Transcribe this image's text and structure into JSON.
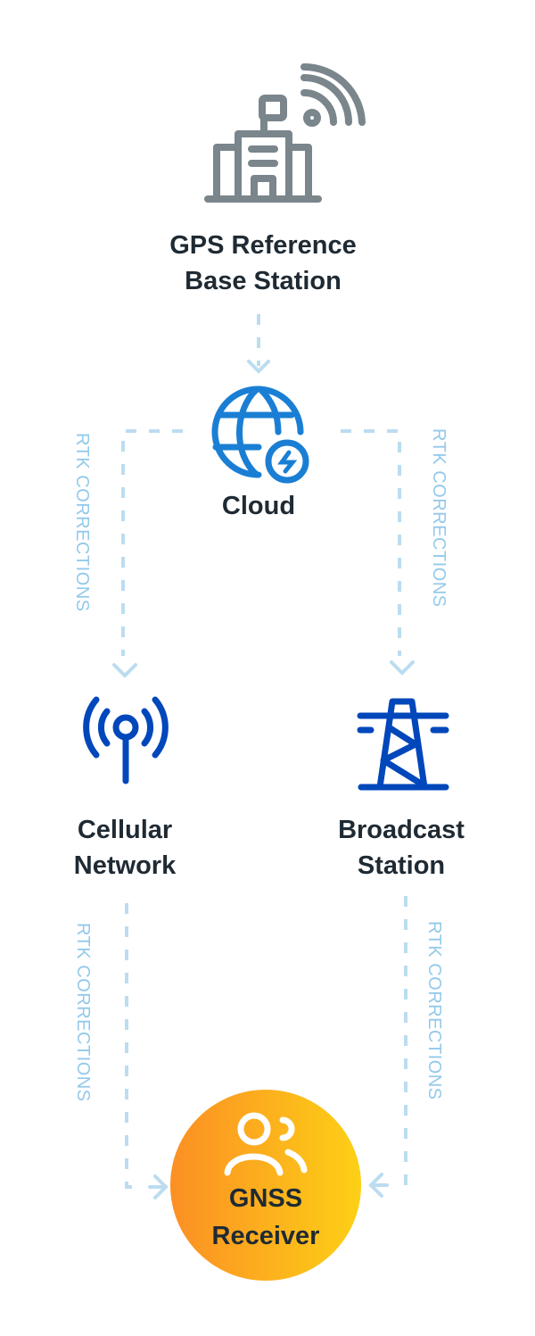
{
  "nodes": {
    "base": {
      "line1": "GPS Reference",
      "line2": "Base Station",
      "icon": "building-wifi-icon"
    },
    "cloud": {
      "label": "Cloud",
      "icon": "globe-bolt-icon"
    },
    "cellular": {
      "line1": "Cellular",
      "line2": "Network",
      "icon": "antenna-icon"
    },
    "broadcast": {
      "line1": "Broadcast",
      "line2": "Station",
      "icon": "transmission-tower-icon"
    },
    "receiver": {
      "line1": "GNSS",
      "line2": "Receiver",
      "icon": "users-icon"
    }
  },
  "edges": {
    "label_top_left": "RTK CORRECTIONS",
    "label_top_right": "RTK CORRECTIONS",
    "label_bottom_left": "RTK CORRECTIONS",
    "label_bottom_right": "RTK CORRECTIONS"
  },
  "colors": {
    "gray": "#7a858c",
    "blue": "#1a7fd4",
    "dark_blue": "#0047bb",
    "dash": "#bcdcf0",
    "text": "#1f2a33",
    "orange": "#fb8f24",
    "yellow": "#fdd016"
  }
}
